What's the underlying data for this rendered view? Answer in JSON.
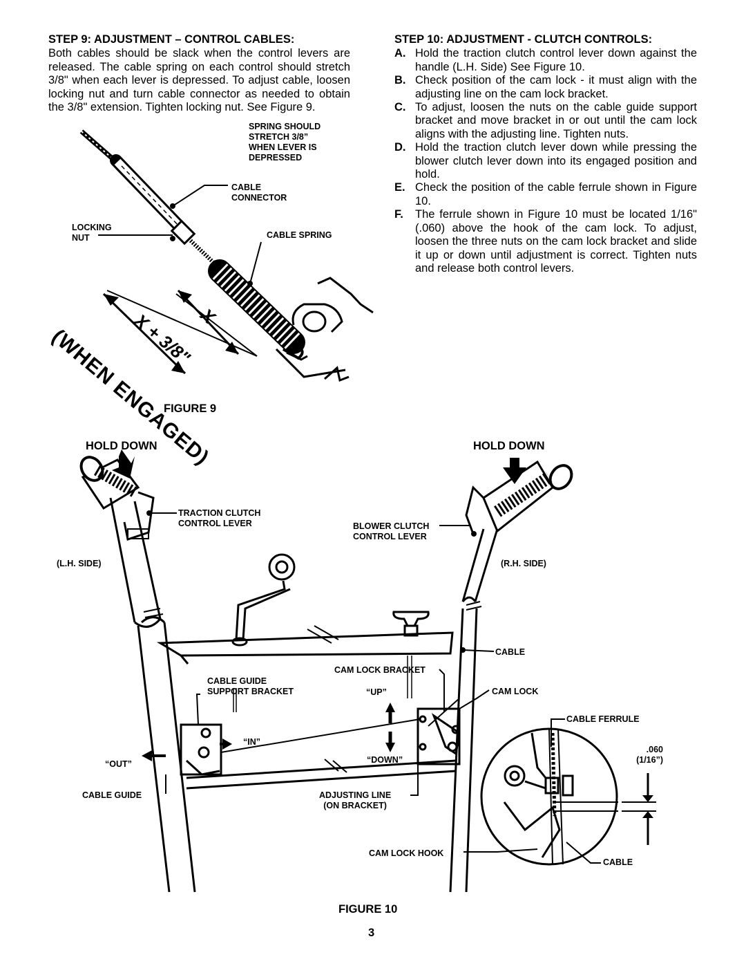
{
  "step9": {
    "title": "STEP 9:  ADJUSTMENT – CONTROL CABLES:",
    "body": "Both cables should be slack when the control levers are released. The cable spring on each control should stretch 3/8\" when each lever is depressed. To adjust cable, loosen locking nut and turn cable connector as needed to obtain the 3/8\" extension. Tighten locking nut. See Figure 9."
  },
  "step10": {
    "title": "STEP 10: ADJUSTMENT - CLUTCH CONTROLS:",
    "items": [
      {
        "letter": "A.",
        "text": "Hold the traction clutch control lever down against the handle (L.H. Side) See Figure 10."
      },
      {
        "letter": "B.",
        "text": "Check position of the cam lock - it must align with the adjusting line on the cam lock bracket."
      },
      {
        "letter": "C.",
        "text": "To adjust, loosen the nuts on the cable guide support bracket and move bracket in or out until the cam lock aligns with the adjusting line. Tighten nuts."
      },
      {
        "letter": "D.",
        "text": "Hold the traction clutch lever down while pressing the blower clutch lever down into its engaged position and hold."
      },
      {
        "letter": "E.",
        "text": "Check the position of the cable ferrule shown in Figure 10."
      },
      {
        "letter": "F.",
        "text": "The ferrule shown in Figure 10 must be located 1/16\" (.060) above the hook of the cam lock. To adjust, loosen the three nuts on the cam lock bracket and slide it up or down until adjustment is correct. Tighten nuts and release both control levers."
      }
    ]
  },
  "figure9": {
    "caption": "FIGURE 9",
    "labels": {
      "spring": [
        "SPRING SHOULD",
        "STRETCH 3/8”",
        "WHEN LEVER IS",
        "DEPRESSED"
      ],
      "connector": [
        "CABLE",
        "CONNECTOR"
      ],
      "locking_nut": [
        "LOCKING",
        "NUT"
      ],
      "cable_spring": "CABLE SPRING",
      "when_engaged": "(WHEN ENGAGED)",
      "x_plus": "X + 3/8\"",
      "x": "X"
    }
  },
  "figure10": {
    "caption": "FIGURE 10",
    "hold_down_left": "HOLD DOWN",
    "hold_down_right": "HOLD DOWN",
    "labels": {
      "traction": [
        "TRACTION CLUTCH",
        "CONTROL LEVER"
      ],
      "blower": [
        "BLOWER CLUTCH",
        "CONTROL LEVER"
      ],
      "lh_side": "(L.H. SIDE)",
      "rh_side": "(R.H. SIDE)",
      "cable": "CABLE",
      "cam_lock_bracket": "CAM LOCK BRACKET",
      "cable_guide_support": [
        "CABLE GUIDE",
        "SUPPORT BRACKET"
      ],
      "up": "“UP”",
      "cam_lock": "CAM LOCK",
      "cable_ferrule": "CABLE FERRULE",
      "in": "“IN”",
      "out": "“OUT”",
      "down": "“DOWN”",
      "dim": [
        ".060",
        "(1/16”)"
      ],
      "cable_guide": "CABLE GUIDE",
      "adjusting_line": [
        "ADJUSTING LINE",
        "(ON BRACKET)"
      ],
      "cam_lock_hook": "CAM LOCK HOOK",
      "cable_bottom": "CABLE"
    }
  },
  "page_number": "3"
}
